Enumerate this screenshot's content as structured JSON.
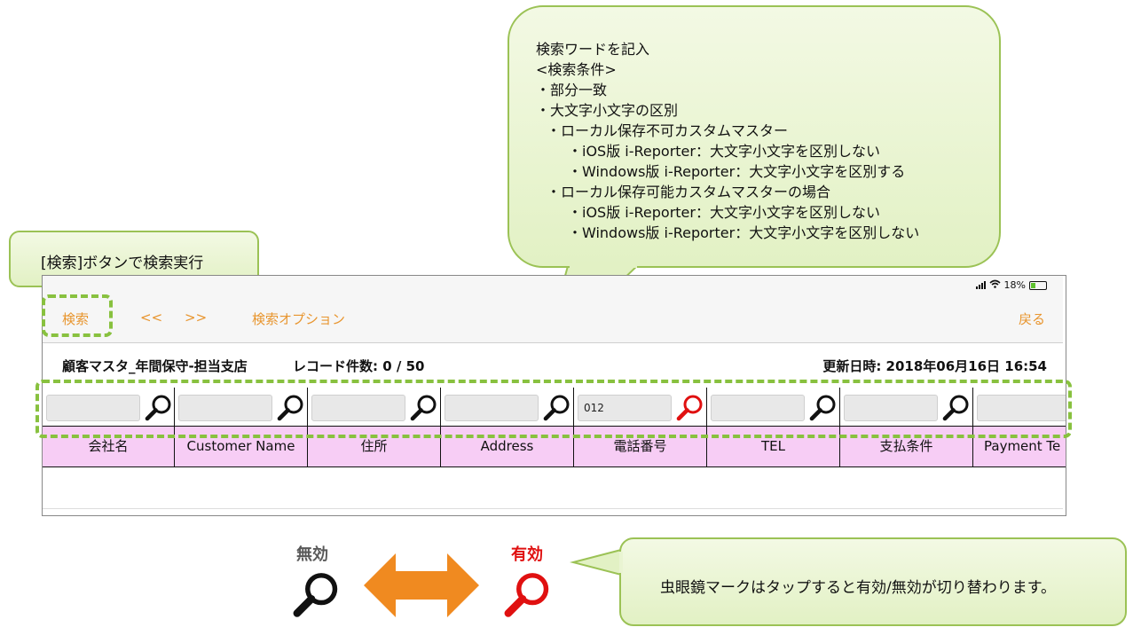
{
  "note": {
    "lines": [
      "検索ワードを記入",
      "<検索条件>",
      "・部分一致",
      "・大文字小文字の区別",
      "・ローカル保存不可カスタムマスター",
      "・iOS版 i-Reporter：大文字小文字を区別しない",
      "・Windows版 i-Reporter：大文字小文字を区別する",
      "・ローカル保存可能カスタムマスターの場合",
      "・iOS版 i-Reporter：大文字小文字を区別しない",
      "・Windows版 i-Reporter：大文字小文字を区別しない"
    ]
  },
  "search_callout": "[検索]ボタンで検索実行",
  "toggle_callout": "虫眼鏡マークはタップすると有効/無効が切り替わります。",
  "status": {
    "battery": "18%"
  },
  "nav": {
    "search": "検索",
    "prev": "<<",
    "next": ">>",
    "options": "検索オプション",
    "back": "戻る"
  },
  "info": {
    "title": "顧客マスタ_年間保守-担当支店",
    "record_count": "レコード件数: 0 / 50",
    "updated": "更新日時: 2018年06月16日 16:54"
  },
  "columns": [
    {
      "header": "会社名",
      "value": "",
      "active": false
    },
    {
      "header": "Customer Name",
      "value": "",
      "active": false
    },
    {
      "header": "住所",
      "value": "",
      "active": false
    },
    {
      "header": "Address",
      "value": "",
      "active": false
    },
    {
      "header": "電話番号",
      "value": "012",
      "active": true
    },
    {
      "header": "TEL",
      "value": "",
      "active": false
    },
    {
      "header": "支払条件",
      "value": "",
      "active": false
    },
    {
      "header": "Payment Te",
      "value": "",
      "active": false
    }
  ],
  "legend": {
    "invalid": "無効",
    "valid": "有効"
  },
  "colors": {
    "accent_orange": "#e8952e",
    "header_pink": "#f7cdf5",
    "active_red": "#e01010",
    "callout_border": "#9bc255",
    "dash_green": "#88c13f",
    "arrow_orange": "#f08a20"
  }
}
